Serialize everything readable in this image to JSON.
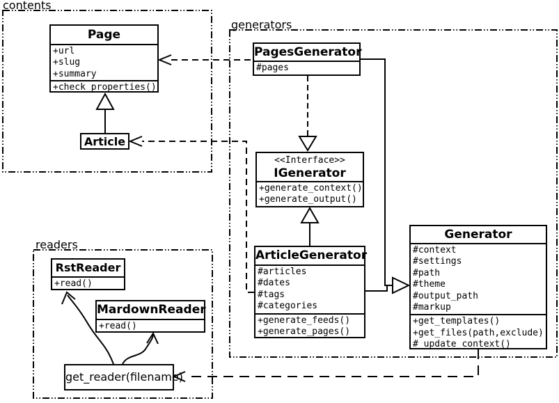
{
  "packages": {
    "contents": {
      "label": "contents"
    },
    "generators": {
      "label": "generators"
    },
    "readers": {
      "label": "readers"
    }
  },
  "classes": {
    "page": {
      "name": "Page",
      "attributes": [
        "+url",
        "+slug",
        "+summary"
      ],
      "methods": [
        "+check_properties()"
      ]
    },
    "article": {
      "name": "Article"
    },
    "pages_generator": {
      "name": "PagesGenerator",
      "attributes": [
        "#pages"
      ]
    },
    "igenerator": {
      "stereotype": "<<Interface>>",
      "name": "IGenerator",
      "methods": [
        "+generate_context()",
        "+generate_output()"
      ]
    },
    "article_generator": {
      "name": "ArticleGenerator",
      "attributes": [
        "#articles",
        "#dates",
        "#tags",
        "#categories"
      ],
      "methods": [
        "+generate_feeds()",
        "+generate_pages()"
      ]
    },
    "generator": {
      "name": "Generator",
      "attributes": [
        "#context",
        "#settings",
        "#path",
        "#theme",
        "#output_path",
        "#markup"
      ],
      "methods": [
        "+get_templates()",
        "+get_files(path,exclude)",
        "#_update_context()"
      ]
    },
    "rst_reader": {
      "name": "RstReader",
      "methods": [
        "+read()"
      ]
    },
    "mardown_reader": {
      "name": "MardownReader",
      "methods": [
        "+read()"
      ]
    },
    "get_reader": {
      "label": "get_reader(filename)"
    }
  },
  "colors": {
    "line": "#000000",
    "background": "#ffffff",
    "text": "#000000"
  }
}
